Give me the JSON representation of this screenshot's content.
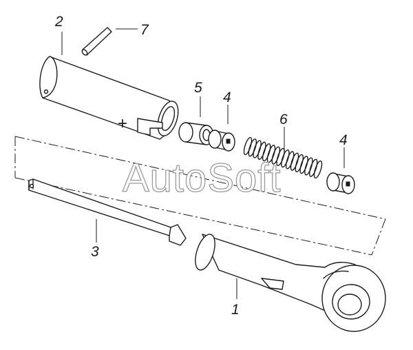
{
  "watermark": "AutoSoft",
  "callouts": {
    "c1": "1",
    "c2": "2",
    "c3": "3",
    "c4a": "4",
    "c4b": "4",
    "c5": "5",
    "c6": "6",
    "c7": "7"
  },
  "mark_plus": "+"
}
